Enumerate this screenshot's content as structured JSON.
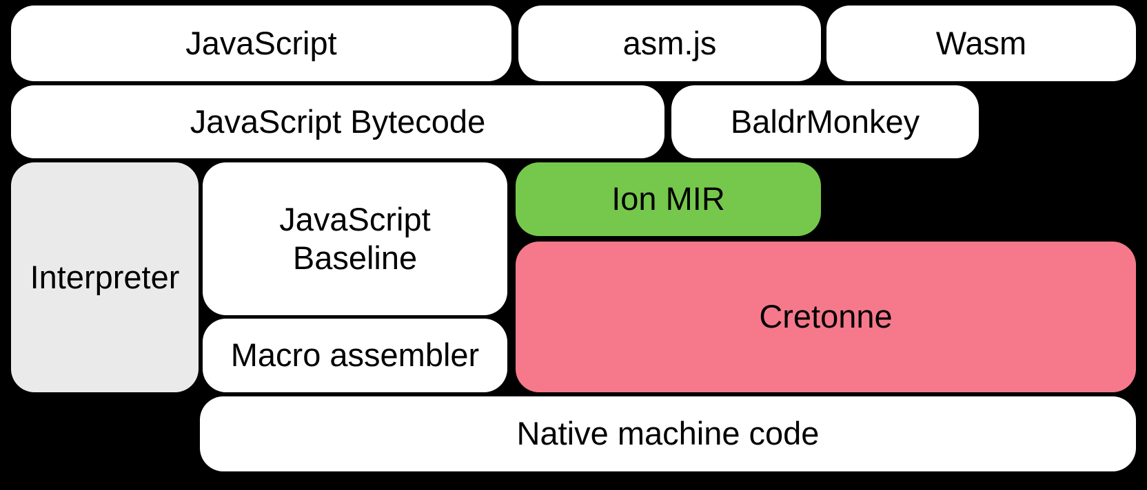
{
  "diagram": {
    "background": "#000000",
    "text_color": "#000000",
    "nodes": {
      "javascript": {
        "label": "JavaScript",
        "fill": "#ffffff"
      },
      "asmjs": {
        "label": "asm.js",
        "fill": "#ffffff"
      },
      "wasm": {
        "label": "Wasm",
        "fill": "#ffffff"
      },
      "javascript_bytecode": {
        "label": "JavaScript Bytecode",
        "fill": "#ffffff"
      },
      "baldrmonkey": {
        "label": "BaldrMonkey",
        "fill": "#ffffff"
      },
      "interpreter": {
        "label": "Interpreter",
        "fill": "#eaeaea"
      },
      "javascript_baseline": {
        "label": "JavaScript\nBaseline",
        "fill": "#ffffff"
      },
      "ion_mir": {
        "label": "Ion MIR",
        "fill": "#76c84c"
      },
      "cretonne": {
        "label": "Cretonne",
        "fill": "#f5798b"
      },
      "macro_assembler": {
        "label": "Macro assembler",
        "fill": "#ffffff"
      },
      "native_machine_code": {
        "label": "Native machine code",
        "fill": "#ffffff"
      }
    }
  }
}
